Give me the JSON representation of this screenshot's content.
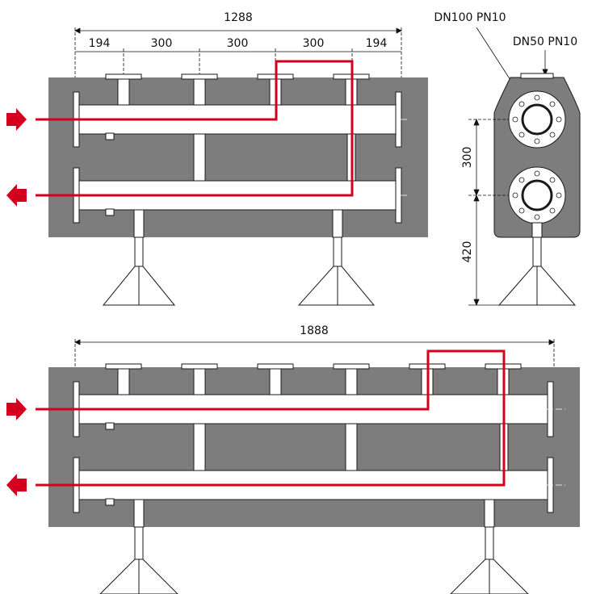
{
  "top_diagram": {
    "overall_length": "1288",
    "segments": [
      "194",
      "300",
      "300",
      "300",
      "194"
    ]
  },
  "side_diagram": {
    "label_main": "DN100 PN10",
    "label_branch": "DN50 PN10",
    "spacing_vertical": "300",
    "height_to_floor": "420"
  },
  "bottom_diagram": {
    "overall_length": "1888"
  },
  "colors": {
    "body_fill": "#7d7d7d",
    "flow_line": "#d4001d",
    "pipe_fill": "#ffffff",
    "outline": "#1a1a1a"
  }
}
